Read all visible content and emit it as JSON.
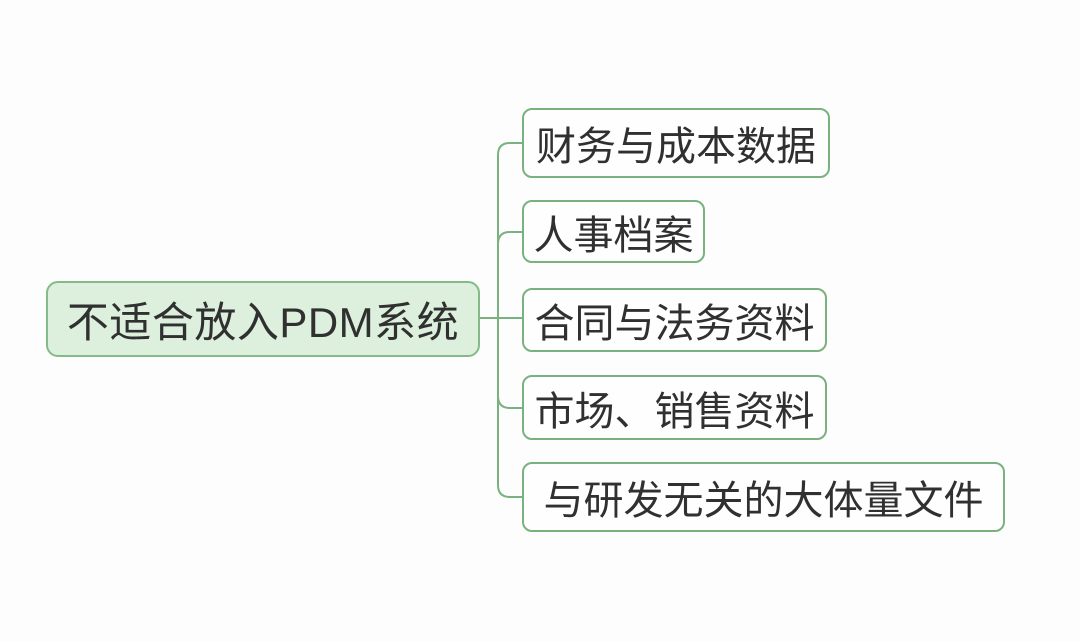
{
  "diagram": {
    "type": "mindmap",
    "root": {
      "label": "不适合放入PDM系统"
    },
    "children": [
      {
        "label": "财务与成本数据"
      },
      {
        "label": "人事档案"
      },
      {
        "label": "合同与法务资料"
      },
      {
        "label": "市场、销售资料"
      },
      {
        "label": "与研发无关的大体量文件"
      }
    ],
    "colors": {
      "background": "#fdfdfd",
      "root_fill": "#ddefdd",
      "root_border": "#84ba87",
      "child_fill": "#fefefe",
      "child_border": "#79b27e",
      "connector": "#79b27e",
      "text": "#303030"
    }
  }
}
